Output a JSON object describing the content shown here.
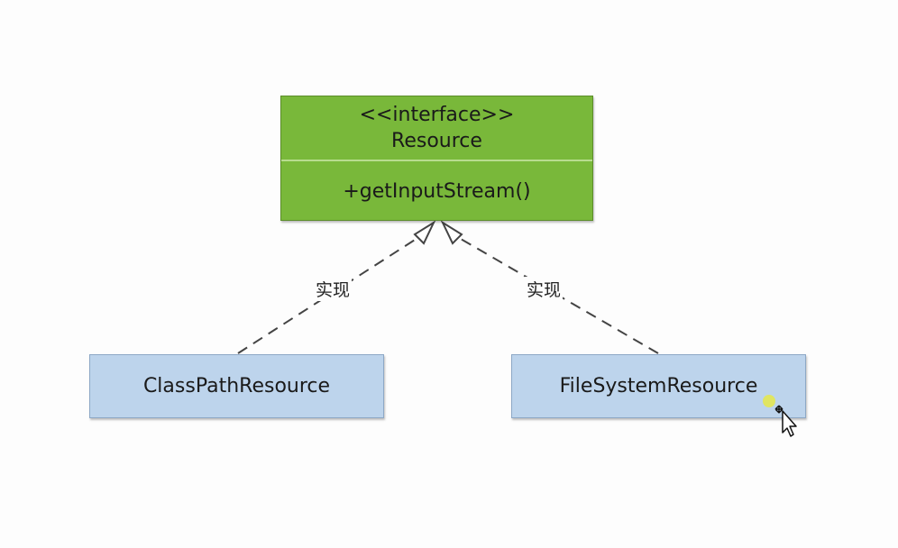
{
  "interface": {
    "stereotype": "<<interface>>",
    "name": "Resource",
    "method": "+getInputStream()"
  },
  "classes": [
    {
      "name": "ClassPathResource"
    },
    {
      "name": "FileSystemResource"
    }
  ],
  "relations": [
    {
      "from": "ClassPathResource",
      "to": "Resource",
      "label": "实现"
    },
    {
      "from": "FileSystemResource",
      "to": "Resource",
      "label": "实现"
    }
  ],
  "colors": {
    "interface_fill": "#79b83a",
    "class_fill": "#bdd4ec",
    "edge": "#444444"
  },
  "icons": {
    "cursor": "mouse-pointer-move-icon"
  }
}
